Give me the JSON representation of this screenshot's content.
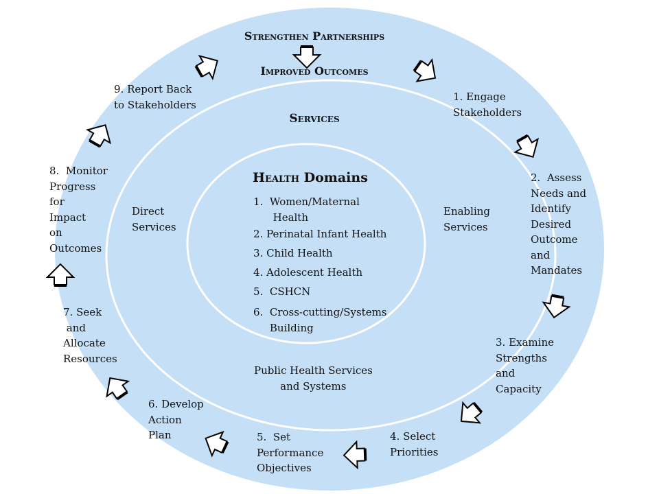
{
  "colors": {
    "ring_fill": "#c5dff7",
    "ring_stroke": "#ffffff",
    "arrow_fill": "#ffffff",
    "arrow_stroke": "#000000"
  },
  "top": {
    "title": "Strengthen Partnerships",
    "subtitle": "Improved Outcomes"
  },
  "services": {
    "title": "Services",
    "left": "Direct\nServices",
    "right": "Enabling\nServices",
    "bottom": "Public Health Services\n        and Systems"
  },
  "domains": {
    "title_first": "Health",
    "title_rest": " Domains",
    "items": [
      "1.  Women/Maternal\n      Health",
      "2. Perinatal Infant Health",
      "3. Child Health",
      "4. Adolescent Health",
      "5.  CSHCN",
      "6.  Cross-cutting/Systems\n     Building"
    ]
  },
  "steps": [
    "1. Engage\nStakeholders",
    "2.  Assess\nNeeds and\nIdentify\nDesired\nOutcome\nand\nMandates",
    "3. Examine\nStrengths\nand\nCapacity",
    "4. Select\nPriorities",
    "5.  Set\nPerformance\nObjectives",
    "6. Develop\nAction\nPlan",
    "7. Seek\n and\nAllocate\nResources",
    "8.  Monitor\nProgress\nfor\nImpact\non\nOutcomes",
    "9. Report Back\nto Stakeholders"
  ]
}
